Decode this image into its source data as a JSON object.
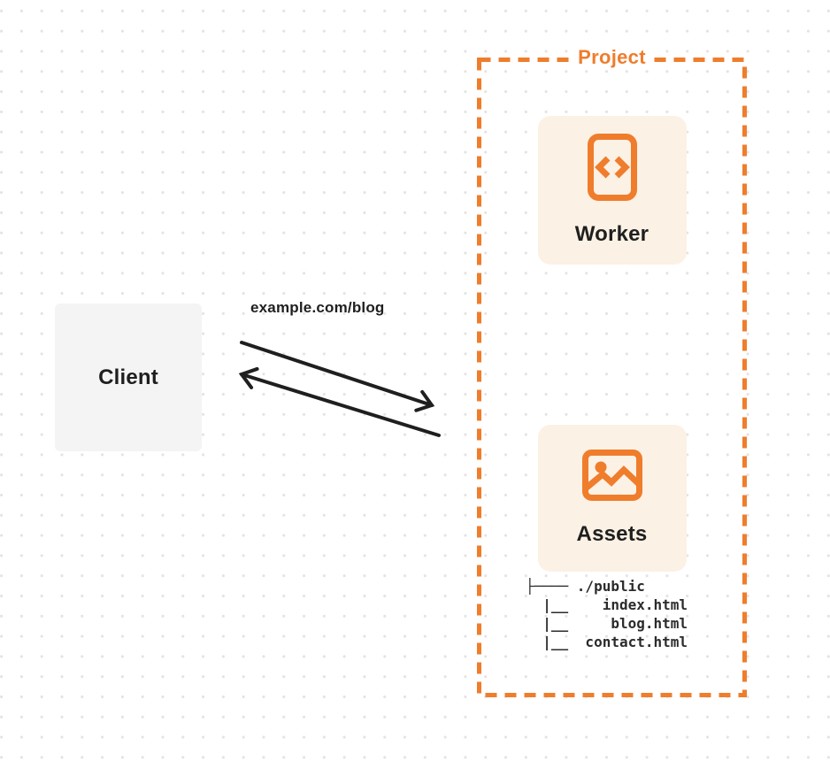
{
  "colors": {
    "accent": "#EF7D2C",
    "card_bg": "#FCF1E5",
    "client_bg": "#F4F4F5",
    "arrow": "#1F1F1F",
    "ink": "#1F1F1F",
    "tree_text": "#2B2B2B",
    "dot": "#E3E3E6"
  },
  "client": {
    "label": "Client"
  },
  "request": {
    "label": "example.com/blog"
  },
  "project": {
    "label": "Project",
    "worker": {
      "label": "Worker",
      "icon": "code-file-icon"
    },
    "assets": {
      "label": "Assets",
      "icon": "image-icon"
    },
    "tree": {
      "lines": [
        "├──── ./public",
        "  |__    index.html",
        "  |__     blog.html",
        "  |__  contact.html"
      ]
    }
  }
}
